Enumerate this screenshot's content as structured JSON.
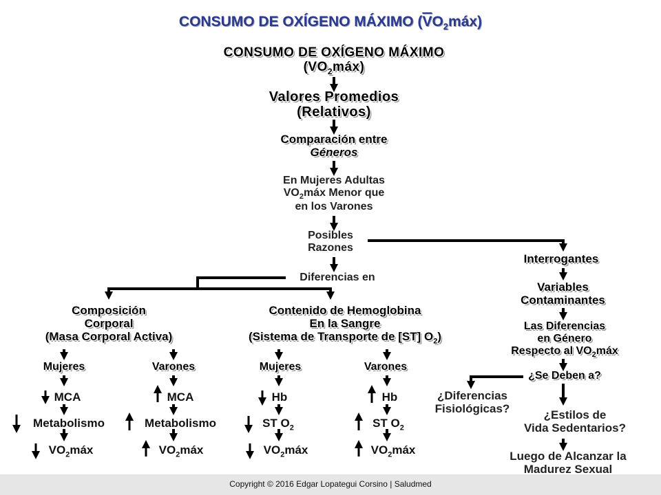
{
  "header": {
    "title_main": "CONSUMO DE OXÍGENO MÁXIMO (",
    "title_vo": "V",
    "title_o2": "O",
    "title_sub": "2",
    "title_end": "máx)"
  },
  "nodes": {
    "root_line1": "CONSUMO DE OXÍGENO MÁXIMO",
    "root_line2_a": "(VO",
    "root_line2_sub": "2",
    "root_line2_b": "máx)",
    "valores_1": "Valores Promedios",
    "valores_2": "(Relativos)",
    "comparacion_1": "Comparación entre",
    "comparacion_2": "Géneros",
    "mujeres_adultas_1": "En Mujeres Adultas",
    "mujeres_adultas_2a": "VO",
    "mujeres_adultas_2sub": "2",
    "mujeres_adultas_2b": "máx Menor que",
    "mujeres_adultas_3": "en los Varones",
    "posibles_1": "Posibles",
    "posibles_2": "Razones",
    "diferencias": "Diferencias en",
    "interrogantes": "Interrogantes",
    "variables_1": "Variables",
    "variables_2": "Contaminantes",
    "las_dif_1": "Las Diferencias",
    "las_dif_2": "en Género",
    "las_dif_3a": "Respecto al VO",
    "las_dif_3sub": "2",
    "las_dif_3b": "máx",
    "se_deben": "¿Se Deben a?",
    "dif_fisio_1": "¿Diferencias",
    "dif_fisio_2": "Fisiológicas?",
    "estilos_1": "¿Estilos de",
    "estilos_2": "Vida Sedentarios?",
    "luego_1": "Luego de Alcanzar la",
    "luego_2": "Madurez Sexual",
    "comp_1": "Composición",
    "comp_2": "Corporal",
    "comp_3": "(Masa Corporal Activa)",
    "hemo_1": "Contenido de Hemoglobina",
    "hemo_2": "En la Sangre",
    "hemo_3a": "(Sistema de Transporte de [ST] O",
    "hemo_3sub": "2",
    "hemo_3b": ")"
  },
  "columns": [
    {
      "group": "Mujeres",
      "row1": "MCA",
      "row2": "Metabolismo",
      "row3a": "VO",
      "row3sub": "2",
      "row3b": "máx",
      "dir1": "down",
      "dir2": "down",
      "dir3": "down"
    },
    {
      "group": "Varones",
      "row1": "MCA",
      "row2": "Metabolismo",
      "row3a": "VO",
      "row3sub": "2",
      "row3b": "máx",
      "dir1": "up",
      "dir2": "up",
      "dir3": "up"
    },
    {
      "group": "Mujeres",
      "row1": "Hb",
      "row2a": "ST O",
      "row2sub": "2",
      "row3a": "VO",
      "row3sub": "2",
      "row3b": "máx",
      "dir1": "down",
      "dir2": "down",
      "dir3": "down"
    },
    {
      "group": "Varones",
      "row1": "Hb",
      "row2a": "ST O",
      "row2sub": "2",
      "row3a": "VO",
      "row3sub": "2",
      "row3b": "máx",
      "dir1": "up",
      "dir2": "up",
      "dir3": "up"
    }
  ],
  "footer": {
    "text": "Copyright © 2016 Edgar Lopategui Corsino | Saludmed"
  },
  "colors": {
    "header": "#2b3a8c",
    "lines": "#000000",
    "footer_bg": "#e6e6e6"
  }
}
